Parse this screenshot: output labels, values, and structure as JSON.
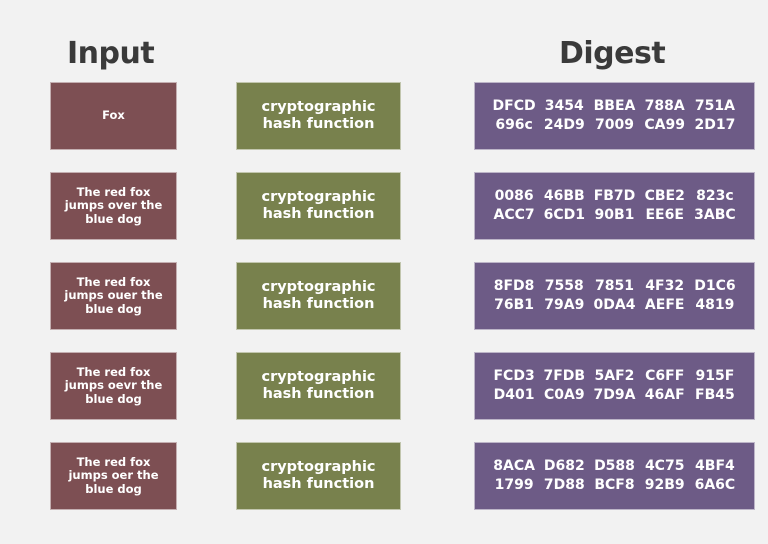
{
  "headers": {
    "input": "Input",
    "digest": "Digest"
  },
  "colors": {
    "background": "#f2f2f2",
    "input_box": "#7d4f53",
    "function_box": "#78814d",
    "digest_box": "#6d5b86",
    "header_text": "#3a3a3a",
    "box_text": "#ffffff"
  },
  "function_label": "cryptographic hash function",
  "rows": [
    {
      "input": "Fox",
      "function": "cryptographic hash function",
      "digest_line1": [
        "DFCD",
        "3454",
        "BBEA",
        "788A",
        "751A"
      ],
      "digest_line2": [
        "696c",
        "24D9",
        "7009",
        "CA99",
        "2D17"
      ]
    },
    {
      "input": "The red fox jumps over the blue dog",
      "function": "cryptographic hash function",
      "digest_line1": [
        "0086",
        "46BB",
        "FB7D",
        "CBE2",
        "823c"
      ],
      "digest_line2": [
        "ACC7",
        "6CD1",
        "90B1",
        "EE6E",
        "3ABC"
      ]
    },
    {
      "input": "The red fox jumps ouer the blue dog",
      "function": "cryptographic hash function",
      "digest_line1": [
        "8FD8",
        "7558",
        "7851",
        "4F32",
        "D1C6"
      ],
      "digest_line2": [
        "76B1",
        "79A9",
        "0DA4",
        "AEFE",
        "4819"
      ]
    },
    {
      "input": "The red fox jumps oevr the blue dog",
      "function": "cryptographic hash function",
      "digest_line1": [
        "FCD3",
        "7FDB",
        "5AF2",
        "C6FF",
        "915F"
      ],
      "digest_line2": [
        "D401",
        "C0A9",
        "7D9A",
        "46AF",
        "FB45"
      ]
    },
    {
      "input": "The red fox jumps oer the blue dog",
      "function": "cryptographic hash function",
      "digest_line1": [
        "8ACA",
        "D682",
        "D588",
        "4C75",
        "4BF4"
      ],
      "digest_line2": [
        "1799",
        "7D88",
        "BCF8",
        "92B9",
        "6A6C"
      ]
    }
  ]
}
